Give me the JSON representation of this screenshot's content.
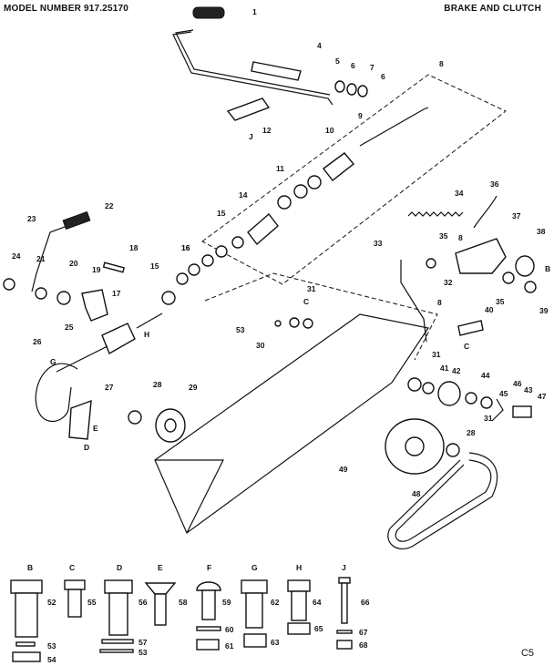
{
  "header": {
    "model_number": "MODEL NUMBER 917.25170",
    "section_title": "BRAKE AND CLUTCH"
  },
  "page_code": "C5",
  "callouts": [
    "1",
    "4",
    "5",
    "6",
    "7",
    "6",
    "8",
    "9",
    "10",
    "11",
    "12",
    "J",
    "14",
    "15",
    "16",
    "22",
    "23",
    "24",
    "21",
    "20",
    "19",
    "18",
    "16",
    "15",
    "17",
    "H",
    "25",
    "G",
    "26",
    "27",
    "E",
    "D",
    "28",
    "29",
    "34",
    "36",
    "37",
    "38",
    "B",
    "33",
    "35",
    "8",
    "32",
    "8",
    "35",
    "39",
    "40",
    "C",
    "31",
    "C",
    "53",
    "30",
    "31",
    "31",
    "41",
    "42",
    "44",
    "46",
    "45",
    "43",
    "47",
    "28",
    "49",
    "48"
  ],
  "hardware": [
    {
      "letter": "B",
      "parts": [
        "52",
        "53",
        "54"
      ]
    },
    {
      "letter": "C",
      "parts": [
        "55"
      ]
    },
    {
      "letter": "D",
      "parts": [
        "56",
        "57",
        "53"
      ]
    },
    {
      "letter": "E",
      "parts": [
        "58"
      ]
    },
    {
      "letter": "F",
      "parts": [
        "59",
        "60",
        "61"
      ]
    },
    {
      "letter": "G",
      "parts": [
        "62",
        "63"
      ]
    },
    {
      "letter": "H",
      "parts": [
        "64",
        "65"
      ]
    },
    {
      "letter": "J",
      "parts": [
        "66",
        "67",
        "68"
      ]
    }
  ]
}
